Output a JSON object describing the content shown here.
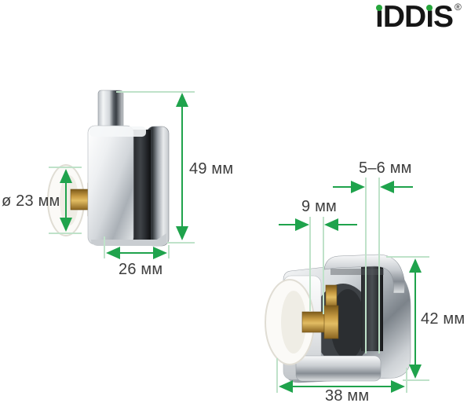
{
  "brand": {
    "name": "IDDIS",
    "letters": [
      "ı",
      "D",
      "D",
      "ı",
      "S"
    ],
    "registered": "®",
    "dot_color": "#27a63c"
  },
  "colors": {
    "background": "#ffffff",
    "dimension_line": "#1fa34c",
    "extension_line": "#bfe2c9",
    "label_text": "#3e3e3e"
  },
  "rollers": {
    "top_roller": {
      "position": "upper-left",
      "dimensions": {
        "wheel_diameter": {
          "label": "ø 23 мм",
          "value_mm": 23
        },
        "height": {
          "label": "49 мм",
          "value_mm": 49
        },
        "width": {
          "label": "26 мм",
          "value_mm": 26
        }
      }
    },
    "bottom_roller": {
      "position": "lower-right",
      "dimensions": {
        "glass_thickness": {
          "label": "5–6 мм",
          "value_mm_min": 5,
          "value_mm_max": 6
        },
        "wheel_offset": {
          "label": "9 мм",
          "value_mm": 9
        },
        "height": {
          "label": "42 мм",
          "value_mm": 42
        },
        "width": {
          "label": "38 мм",
          "value_mm": 38
        }
      }
    }
  }
}
